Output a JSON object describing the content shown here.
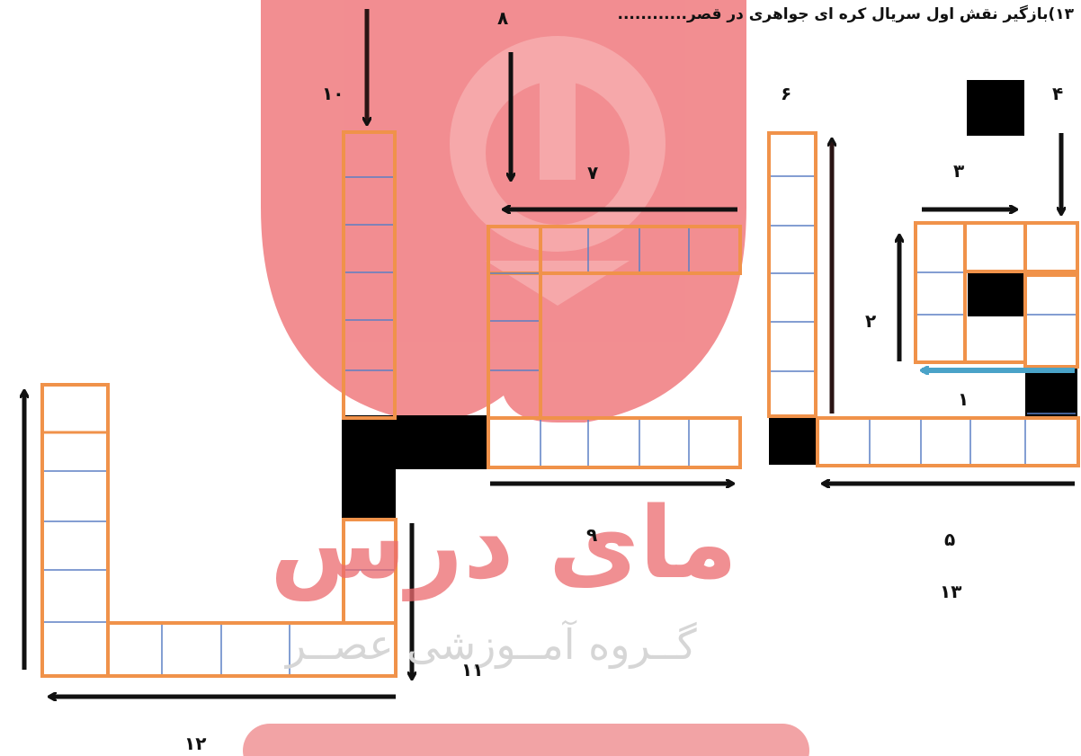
{
  "question": {
    "title": "۱۳)بازگیر نقش اول سریال کره ای جواهری در قصر............"
  },
  "clues": {
    "n1": "۱",
    "n2": "۲",
    "n3": "۳",
    "n4": "۴",
    "n5": "۵",
    "n6": "۶",
    "n7": "۷",
    "n8": "۸",
    "n9": "۹",
    "n10": "۱۰",
    "n11": "۱۱",
    "n12": "۱۲",
    "n13": "۱۳"
  },
  "watermark": {
    "brand": "مای درس",
    "subtitle": "گــروه آمــوزشی عصــر"
  },
  "colors": {
    "cell_border": "#f0924a",
    "grid_line": "#5b7fc4",
    "watermark_red": "#e8474d",
    "arrow": "#111111",
    "arrow_blue": "#4aa3c8",
    "block": "#000000"
  }
}
